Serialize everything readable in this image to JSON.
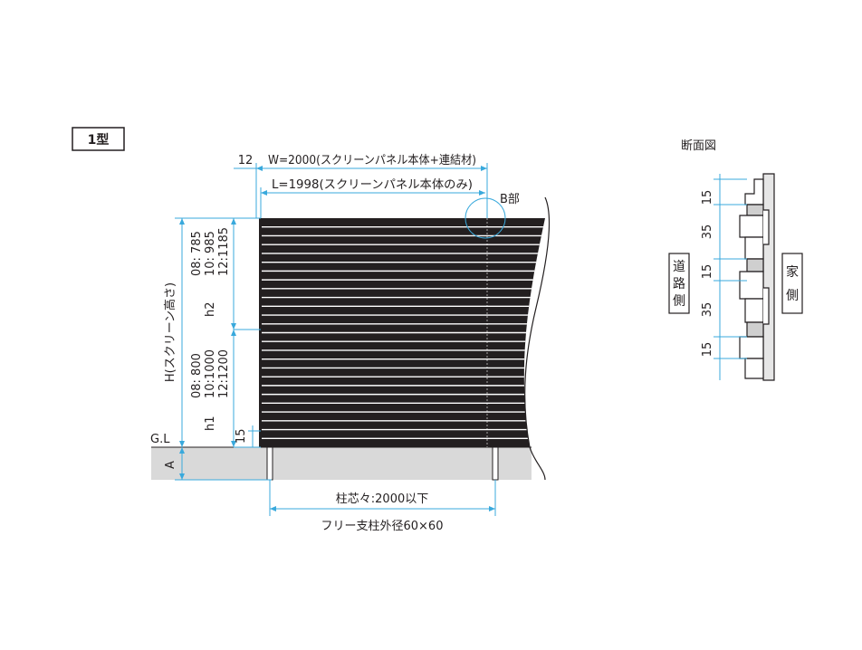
{
  "type_label": "1型",
  "section_title": "断面図",
  "dims": {
    "overhang": "12",
    "width": "W=2000(スクリーンパネル本体+連結材)",
    "length": "L=1998(スクリーンパネル本体のみ)",
    "detail_b": "B部",
    "height": "H(スクリーン高さ)",
    "h2_list": [
      "08:  785",
      "10:  985",
      "12:1185"
    ],
    "h2_label": "h2",
    "h1_list": [
      "08:  800",
      "10:1000",
      "12:1200"
    ],
    "h1_label": "h1",
    "gap_15": "15",
    "gl": "G.L",
    "a": "A",
    "pitch": "柱芯々:2000以下",
    "post": "フリー支柱外径60×60"
  },
  "section": {
    "road_side": "道路側",
    "house_side": "家側",
    "pitches": [
      "15",
      "35",
      "15",
      "35",
      "15"
    ]
  },
  "colors": {
    "dimension": "#39a9dc",
    "ground": "#d9d9d9",
    "panel": "#231f20"
  }
}
